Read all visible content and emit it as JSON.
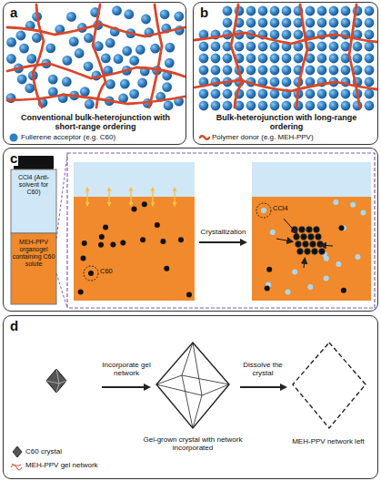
{
  "diagram": {
    "nodes": [
      {
        "text": [
          "a",
          "Conventional bulk-heterojunction with short-range ordering"
        ]
      },
      {
        "text": [
          "b",
          "Bulk-heterojunction with long-range ordering"
        ]
      },
      {
        "text": [
          "c"
        ]
      },
      {
        "text": [
          "d"
        ]
      }
    ],
    "labels": [
      "CCl4 (Anti-solvent for C60)",
      "MEH-PPV organogel containing C60 solute",
      "Crystallization",
      "C60",
      "CCl4",
      "Incorporate gel network",
      "Dissolve the crystal",
      "C60 crystal",
      "MEH-PPV gel network",
      "Gel-grown crystal with network incorporated",
      "MEH-PPV network left"
    ],
    "legend": [
      {
        "text": "Fullerene acceptor (e.g. C60)",
        "color": "#2f80c4"
      },
      {
        "text": "Polymer donor (e.g. MEH-PPV)"
      }
    ]
  }
}
